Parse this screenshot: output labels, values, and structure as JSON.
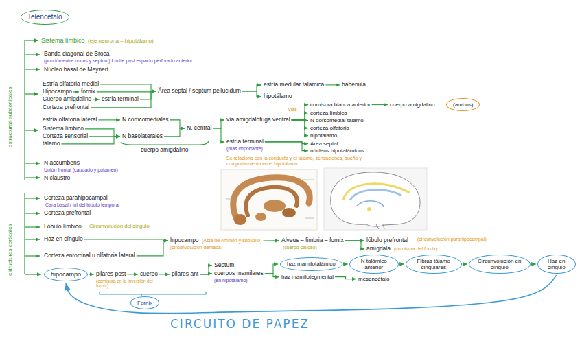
{
  "diagram": {
    "nodes": [
      {
        "text": [
          "Telencéfalo"
        ]
      },
      {
        "text": [
          "(ambos)"
        ]
      },
      {
        "text": [
          "hipocampo"
        ]
      },
      {
        "text": [
          "haz mamilotalámico"
        ]
      },
      {
        "text": [
          "N talámico anterior"
        ]
      },
      {
        "text": [
          "Fibras tálamo cingulares"
        ]
      },
      {
        "text": [
          "Circunvolución en cíngulo"
        ]
      },
      {
        "text": [
          "Haz en cíngulo"
        ]
      },
      {
        "text": [
          "Fornix"
        ]
      }
    ],
    "edges": [
      {
        "from": 3,
        "to": 4,
        "arrow": "to"
      },
      {
        "from": 4,
        "to": 5,
        "arrow": "to"
      },
      {
        "from": 5,
        "to": 6,
        "arrow": "to"
      },
      {
        "from": 6,
        "to": 7,
        "arrow": "to"
      },
      {
        "from": 7,
        "to": 2,
        "arrow": "to"
      }
    ],
    "labels": [
      "Sistema límbico",
      "(eje neurona – hipotálamo)",
      "estructuras subcorticales",
      "estructuras corticales",
      "Banda diagonal de Broca",
      "(porción entre uncus y septum) Límite post espacio perforado anterior",
      "Núcleo basal de Meynert",
      "Estría olfatoria medial",
      "Hipocampo",
      "fornix",
      "Cuerpo amigdalino",
      "estría terminal",
      "Corteza prefrontal",
      "Área septal / septum pellucidum",
      "estría medular talámica",
      "habénula",
      "hipotálamo",
      "estría olfatoria lateral",
      "Sistema límbico",
      "Corteza sensorial",
      "tálamo",
      "N corticomediales",
      "N basolaterales",
      "N. central",
      "vía amigdalófuga ventral",
      "vías",
      "comisura blanca anterior",
      "cuerpo amigdalino",
      "corteza límbica",
      "N dorsomedial tálamo",
      "corteza olfatoria",
      "hipotálamo",
      "cuerpo amigdalino",
      "estría terminal",
      "(más importante)",
      "Área septal",
      "núcleos hipotalámicos",
      "Se relaciona con la conducta y el tálamo, sensaciones, sueño y comportamiento en el hipotálamo",
      "N accumbens",
      "Unión frontal (caudado y putamen)",
      "N claustro",
      "Corteza parahipocampal",
      "Cara basal / inf del lóbulo temporal",
      "Corteza prefrontal",
      "Lóbulo límbico",
      "Circunvolución del cíngulo",
      "Haz en cíngulo",
      "Corteza entorrinal u olfatoria lateral",
      "hipocampo",
      "(Asta de Ammon y subículo)",
      "(circunvolución dentada)",
      "Alveus – fimbria – fornix",
      "(cuerpo calloso)",
      "lóbulo prefrontal",
      "(circunvolución parahipocampal)",
      "amígdala",
      "(comisura del fornix)",
      "pilares post",
      "(comisura en la inversión del fornix)",
      "cuerpo",
      "pilares ant",
      "Septum",
      "cuerpos mamilares",
      "(en hipotálamo)",
      "haz mamilotegmental",
      "mesencéfalo",
      "CIRCUITO DE PAPEZ"
    ]
  }
}
